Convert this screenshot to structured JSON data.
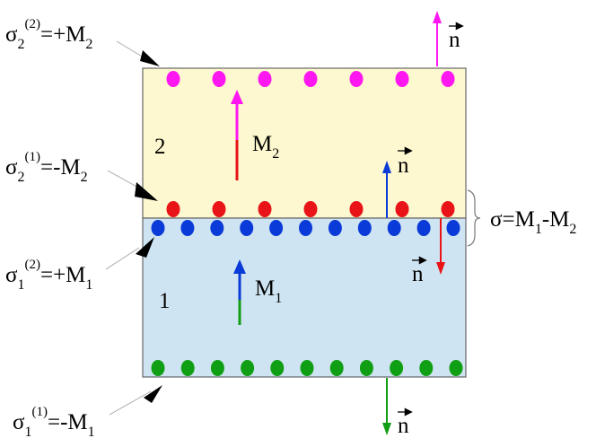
{
  "colors": {
    "region_top": "#fdf8cf",
    "region_bottom": "#cfe4f2",
    "magenta": "#ff17f2",
    "red": "#e81418",
    "blue": "#0a3ad8",
    "green": "#109f14"
  },
  "region_labels": {
    "top": "2",
    "bottom": "1"
  },
  "sigma_top_outer": {
    "sym": "σ",
    "sub": "2",
    "sup": "(2)",
    "rhs": "=+M",
    "rhs_sub": "2"
  },
  "sigma_top_inner": {
    "sym": "σ",
    "sub": "2",
    "sup": "(1)",
    "rhs": "=-M",
    "rhs_sub": "2"
  },
  "sigma_bottom_inner": {
    "sym": "σ",
    "sub": "1",
    "sup": "(2)",
    "rhs": "=+M",
    "rhs_sub": "1"
  },
  "sigma_bottom_outer": {
    "sym": "σ",
    "sub": "1",
    "sup": "(1)",
    "rhs": "=-M",
    "rhs_sub": "1"
  },
  "interface_sigma": {
    "lhs": "σ=M",
    "sub1": "1",
    "mid": "-M",
    "sub2": "2"
  },
  "magnetization_top": {
    "sym": "M",
    "sub": "2"
  },
  "magnetization_bottom": {
    "sym": "M",
    "sub": "1"
  },
  "normal_label": "n",
  "dot_rows": {
    "magenta_count": 7,
    "red_count": 7,
    "blue_count": 11,
    "green_count": 11
  }
}
